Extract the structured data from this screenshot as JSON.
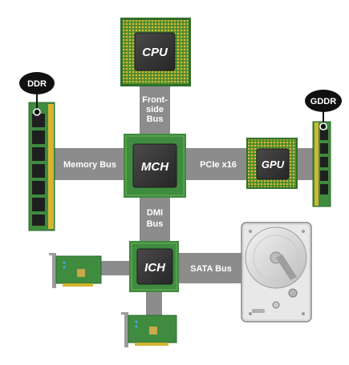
{
  "diagram": {
    "chips": {
      "cpu": "CPU",
      "mch": "MCH",
      "gpu": "GPU",
      "ich": "ICH"
    },
    "memory": {
      "ddr": "DDR",
      "gddr": "GDDR"
    },
    "buses": {
      "front_side_line1": "Front-",
      "front_side_line2": "side",
      "front_side_line3": "Bus",
      "memory_bus": "Memory Bus",
      "pcie": "PCIe x16",
      "dmi_line1": "DMI",
      "dmi_line2": "Bus",
      "sata": "SATA Bus"
    },
    "colors": {
      "bus": "#8c8c8c",
      "board": "#3f8b3f",
      "chip": "#3a3a3a",
      "pins": "#d4b531",
      "bubble": "#111111"
    }
  }
}
